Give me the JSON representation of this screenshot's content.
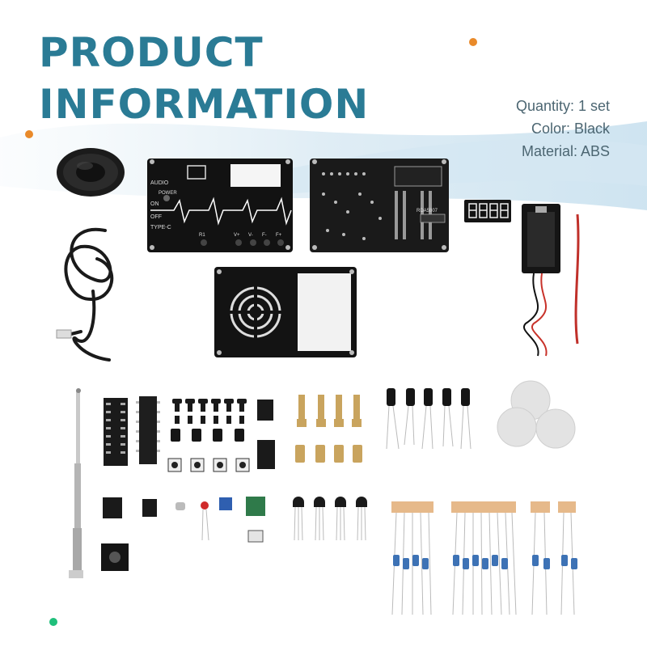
{
  "heading": {
    "line1": "PRODUCT",
    "line2": "INFORMATION"
  },
  "specs": {
    "quantity": "Quantity: 1 set",
    "color": "Color: Black",
    "material": "Material: ABS"
  },
  "pcb_labels": {
    "audio": "AUDIO",
    "power": "POWER",
    "on": "ON",
    "off": "OFF",
    "type_c": "TYPE-C",
    "r1": "R1",
    "vplus": "V+",
    "vminus": "V-",
    "fminus": "F-",
    "fplus": "F+",
    "chip": "RDA5807"
  },
  "colors": {
    "accent_blue": "#2a7b95",
    "accent_orange": "#e98a2a",
    "accent_green": "#1fbf7b"
  }
}
